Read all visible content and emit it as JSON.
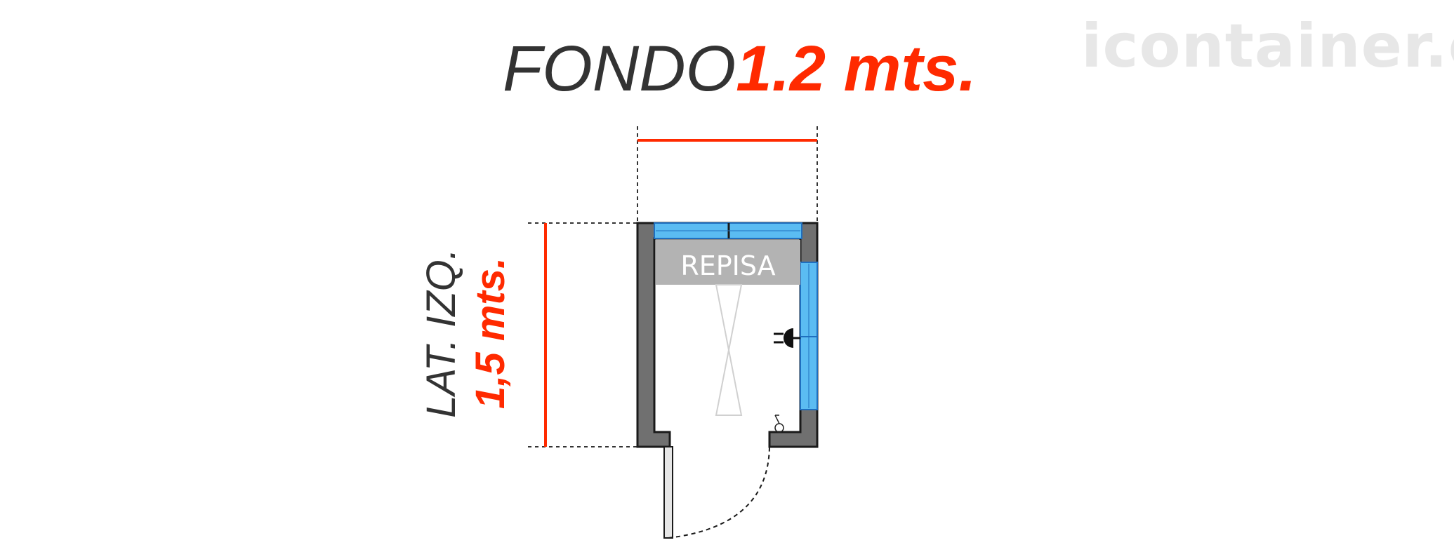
{
  "watermark": "icontainer.cl",
  "title": {
    "word": "FONDO",
    "measure": "1.2 mts."
  },
  "side": {
    "word": "LAT. IZQ.",
    "measure": "1,5 mts."
  },
  "shelf_label": "REPISA",
  "colors": {
    "accent": "#ff2a00",
    "wall": "#707070",
    "panel": "#5bbcf2",
    "shelf": "#b3b3b3",
    "text": "#333333",
    "watermark": "#e7e7e7"
  }
}
